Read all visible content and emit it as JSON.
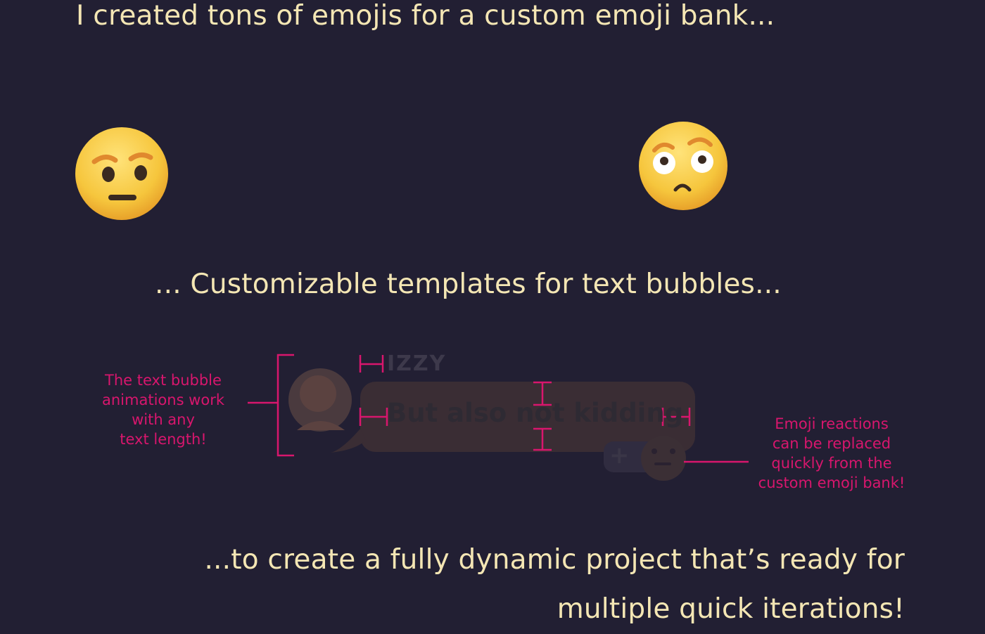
{
  "headlines": {
    "emojis": "I created tons of emojis for a custom emoji bank...",
    "bubbles": "... Customizable templates for text bubbles...",
    "dynamic_line1": "...to create a fully dynamic project that’s ready for",
    "dynamic_line2": "multiple quick iterations!"
  },
  "notes": {
    "left": [
      "The text bubble",
      "animations work",
      "with any",
      "text length!"
    ],
    "right": [
      "Emoji reactions",
      "can be replaced",
      "quickly from the",
      "custom emoji bank!"
    ]
  },
  "bubble": {
    "name": "IZZY",
    "text": "But also not kidding",
    "plus": "+"
  },
  "colors": {
    "background": "#221f33",
    "headline": "#f4e6b4",
    "annotation": "#d8166d",
    "emoji_face": "#f6c63d"
  },
  "icons": {
    "emoji_left": "suspicious-face-emoji-icon",
    "emoji_right": "worried-eyeroll-face-emoji-icon",
    "avatar": "avatar-photo",
    "reaction": "neutral-face-emoji-icon"
  }
}
